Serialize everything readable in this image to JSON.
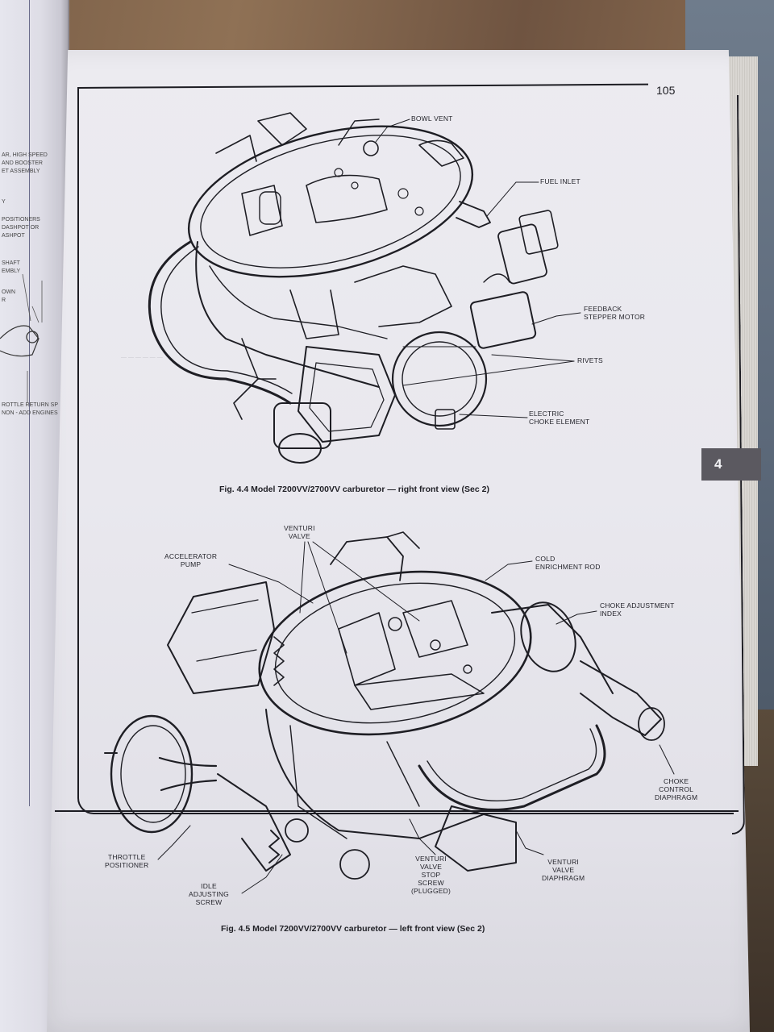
{
  "page": {
    "number": "105",
    "chapter_tab": "4"
  },
  "figure_top": {
    "caption": "Fig. 4.4 Model 7200VV/2700VV carburetor — right front view (Sec 2)",
    "callouts": {
      "bowl_vent": "BOWL VENT",
      "fuel_inlet": "FUEL INLET",
      "feedback_stepper_motor": [
        "FEEDBACK",
        "STEPPER MOTOR"
      ],
      "rivets": "RIVETS",
      "electric_choke_element": [
        "ELECTRIC",
        "CHOKE ELEMENT"
      ]
    }
  },
  "figure_bottom": {
    "caption": "Fig. 4.5 Model 7200VV/2700VV carburetor — left front view (Sec 2)",
    "callouts": {
      "venturi_valve": [
        "VENTURI",
        "VALVE"
      ],
      "accelerator_pump": [
        "ACCELERATOR",
        "PUMP"
      ],
      "cold_enrichment_rod": [
        "COLD",
        "ENRICHMENT ROD"
      ],
      "choke_adjustment_index": [
        "CHOKE ADJUSTMENT",
        "INDEX"
      ],
      "choke_control_diaphragm": [
        "CHOKE",
        "CONTROL",
        "DIAPHRAGM"
      ],
      "throttle_positioner": [
        "THROTTLE",
        "POSITIONER"
      ],
      "idle_adjusting_screw": [
        "IDLE",
        "ADJUSTING",
        "SCREW"
      ],
      "venturi_valve_stop_screw": [
        "VENTURI",
        "VALVE",
        "STOP",
        "SCREW",
        "(PLUGGED)"
      ],
      "venturi_valve_diaphragm": [
        "VENTURI",
        "VALVE",
        "DIAPHRAGM"
      ]
    }
  },
  "facing_page": {
    "labels": [
      "AR, HIGH SPEED",
      "AND BOOSTER",
      "ET ASSEMBLY",
      "Y",
      "POSITIONERS",
      "DASHPOT OR",
      "ASHPOT",
      "SHAFT",
      "EMBLY",
      "OWN",
      "R",
      "ROTTLE RETURN SP",
      "NON - ADD ENGINES"
    ]
  }
}
